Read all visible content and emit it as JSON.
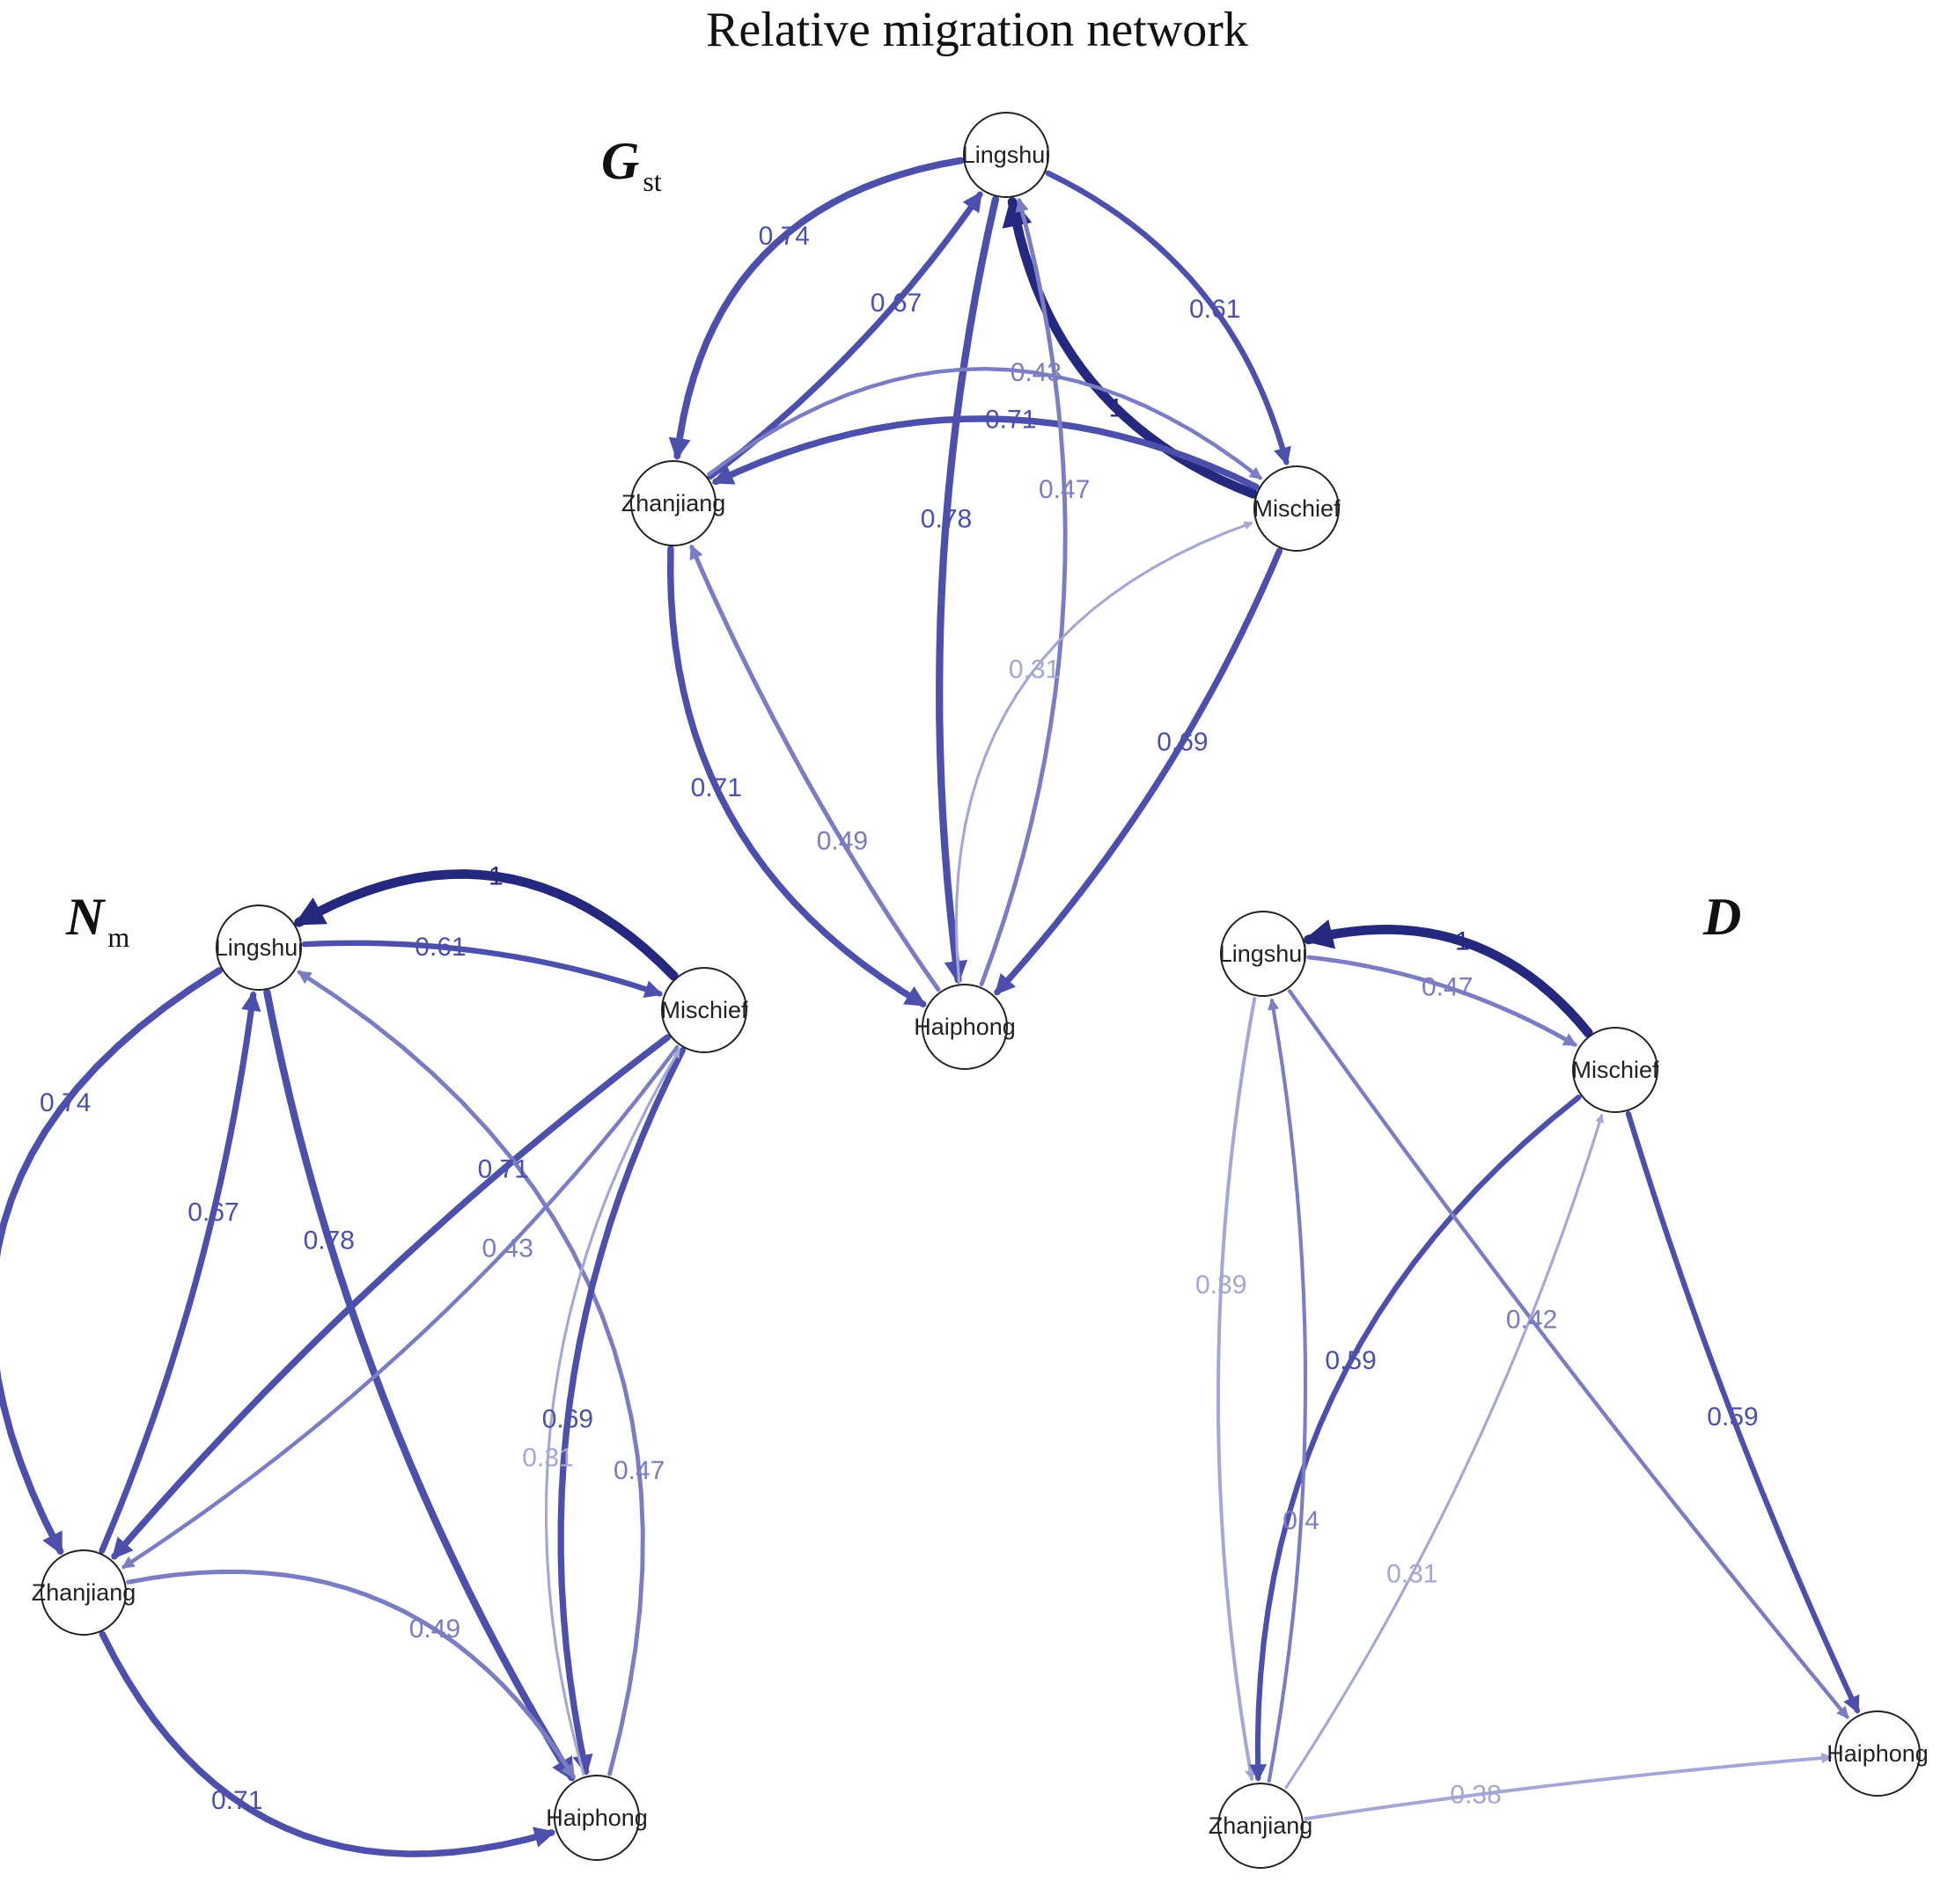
{
  "figure": {
    "title": "Relative migration network",
    "colors": {
      "strong": "#24287e",
      "mid": "#4c50ac",
      "light": "#7a7cc4",
      "faint": "#a4a6d6"
    }
  },
  "chart_data": [
    {
      "type": "network",
      "panel_label": "G",
      "panel_label_sub": "st",
      "nodes": [
        "Lingshui",
        "Zhanjiang",
        "Mischief",
        "Haiphong"
      ],
      "edges": [
        {
          "source": "Lingshui",
          "target": "Zhanjiang",
          "value": 0.74
        },
        {
          "source": "Mischief",
          "target": "Lingshui",
          "value": 1
        },
        {
          "source": "Zhanjiang",
          "target": "Lingshui",
          "value": 0.67
        },
        {
          "source": "Mischief",
          "target": "Zhanjiang",
          "value": 0.71
        },
        {
          "source": "Lingshui",
          "target": "Mischief",
          "value": 0.61
        },
        {
          "source": "Lingshui",
          "target": "Haiphong",
          "value": 0.78
        },
        {
          "source": "Haiphong",
          "target": "Zhanjiang",
          "value": 0.49
        },
        {
          "source": "Zhanjiang",
          "target": "Mischief",
          "value": 0.43
        },
        {
          "source": "Haiphong",
          "target": "Lingshui",
          "value": 0.47
        },
        {
          "source": "Mischief",
          "target": "Haiphong",
          "value": 0.69
        },
        {
          "source": "Zhanjiang",
          "target": "Haiphong",
          "value": 0.71
        },
        {
          "source": "Haiphong",
          "target": "Mischief",
          "value": 0.31
        }
      ]
    },
    {
      "type": "network",
      "panel_label": "N",
      "panel_label_sub": "m",
      "nodes": [
        "Lingshui",
        "Mischief",
        "Zhanjiang",
        "Haiphong"
      ],
      "edges": [
        {
          "source": "Mischief",
          "target": "Lingshui",
          "value": 1
        },
        {
          "source": "Lingshui",
          "target": "Zhanjiang",
          "value": 0.74
        },
        {
          "source": "Lingshui",
          "target": "Mischief",
          "value": 0.61
        },
        {
          "source": "Mischief",
          "target": "Zhanjiang",
          "value": 0.71
        },
        {
          "source": "Zhanjiang",
          "target": "Lingshui",
          "value": 0.67
        },
        {
          "source": "Lingshui",
          "target": "Haiphong",
          "value": 0.78
        },
        {
          "source": "Haiphong",
          "target": "Lingshui",
          "value": 0.47
        },
        {
          "source": "Mischief",
          "target": "Haiphong",
          "value": 0.69
        },
        {
          "source": "Mischief",
          "target": "Zhanjiang",
          "value": 0.43
        },
        {
          "source": "Zhanjiang",
          "target": "Haiphong",
          "value": 0.49
        },
        {
          "source": "Zhanjiang",
          "target": "Haiphong",
          "value": 0.71
        },
        {
          "source": "Haiphong",
          "target": "Mischief",
          "value": 0.31
        }
      ]
    },
    {
      "type": "network",
      "panel_label": "D",
      "panel_label_sub": "",
      "nodes": [
        "Lingshui",
        "Mischief",
        "Zhanjiang",
        "Haiphong"
      ],
      "edges": [
        {
          "source": "Mischief",
          "target": "Lingshui",
          "value": 1
        },
        {
          "source": "Lingshui",
          "target": "Mischief",
          "value": 0.47
        },
        {
          "source": "Lingshui",
          "target": "Zhanjiang",
          "value": 0.39
        },
        {
          "source": "Mischief",
          "target": "Zhanjiang",
          "value": 0.59
        },
        {
          "source": "Zhanjiang",
          "target": "Lingshui",
          "value": 0.4
        },
        {
          "source": "Lingshui",
          "target": "Haiphong",
          "value": 0.42
        },
        {
          "source": "Mischief",
          "target": "Haiphong",
          "value": 0.59
        },
        {
          "source": "Zhanjiang",
          "target": "Mischief",
          "value": 0.31
        },
        {
          "source": "Zhanjiang",
          "target": "Haiphong",
          "value": 0.38
        }
      ]
    }
  ]
}
